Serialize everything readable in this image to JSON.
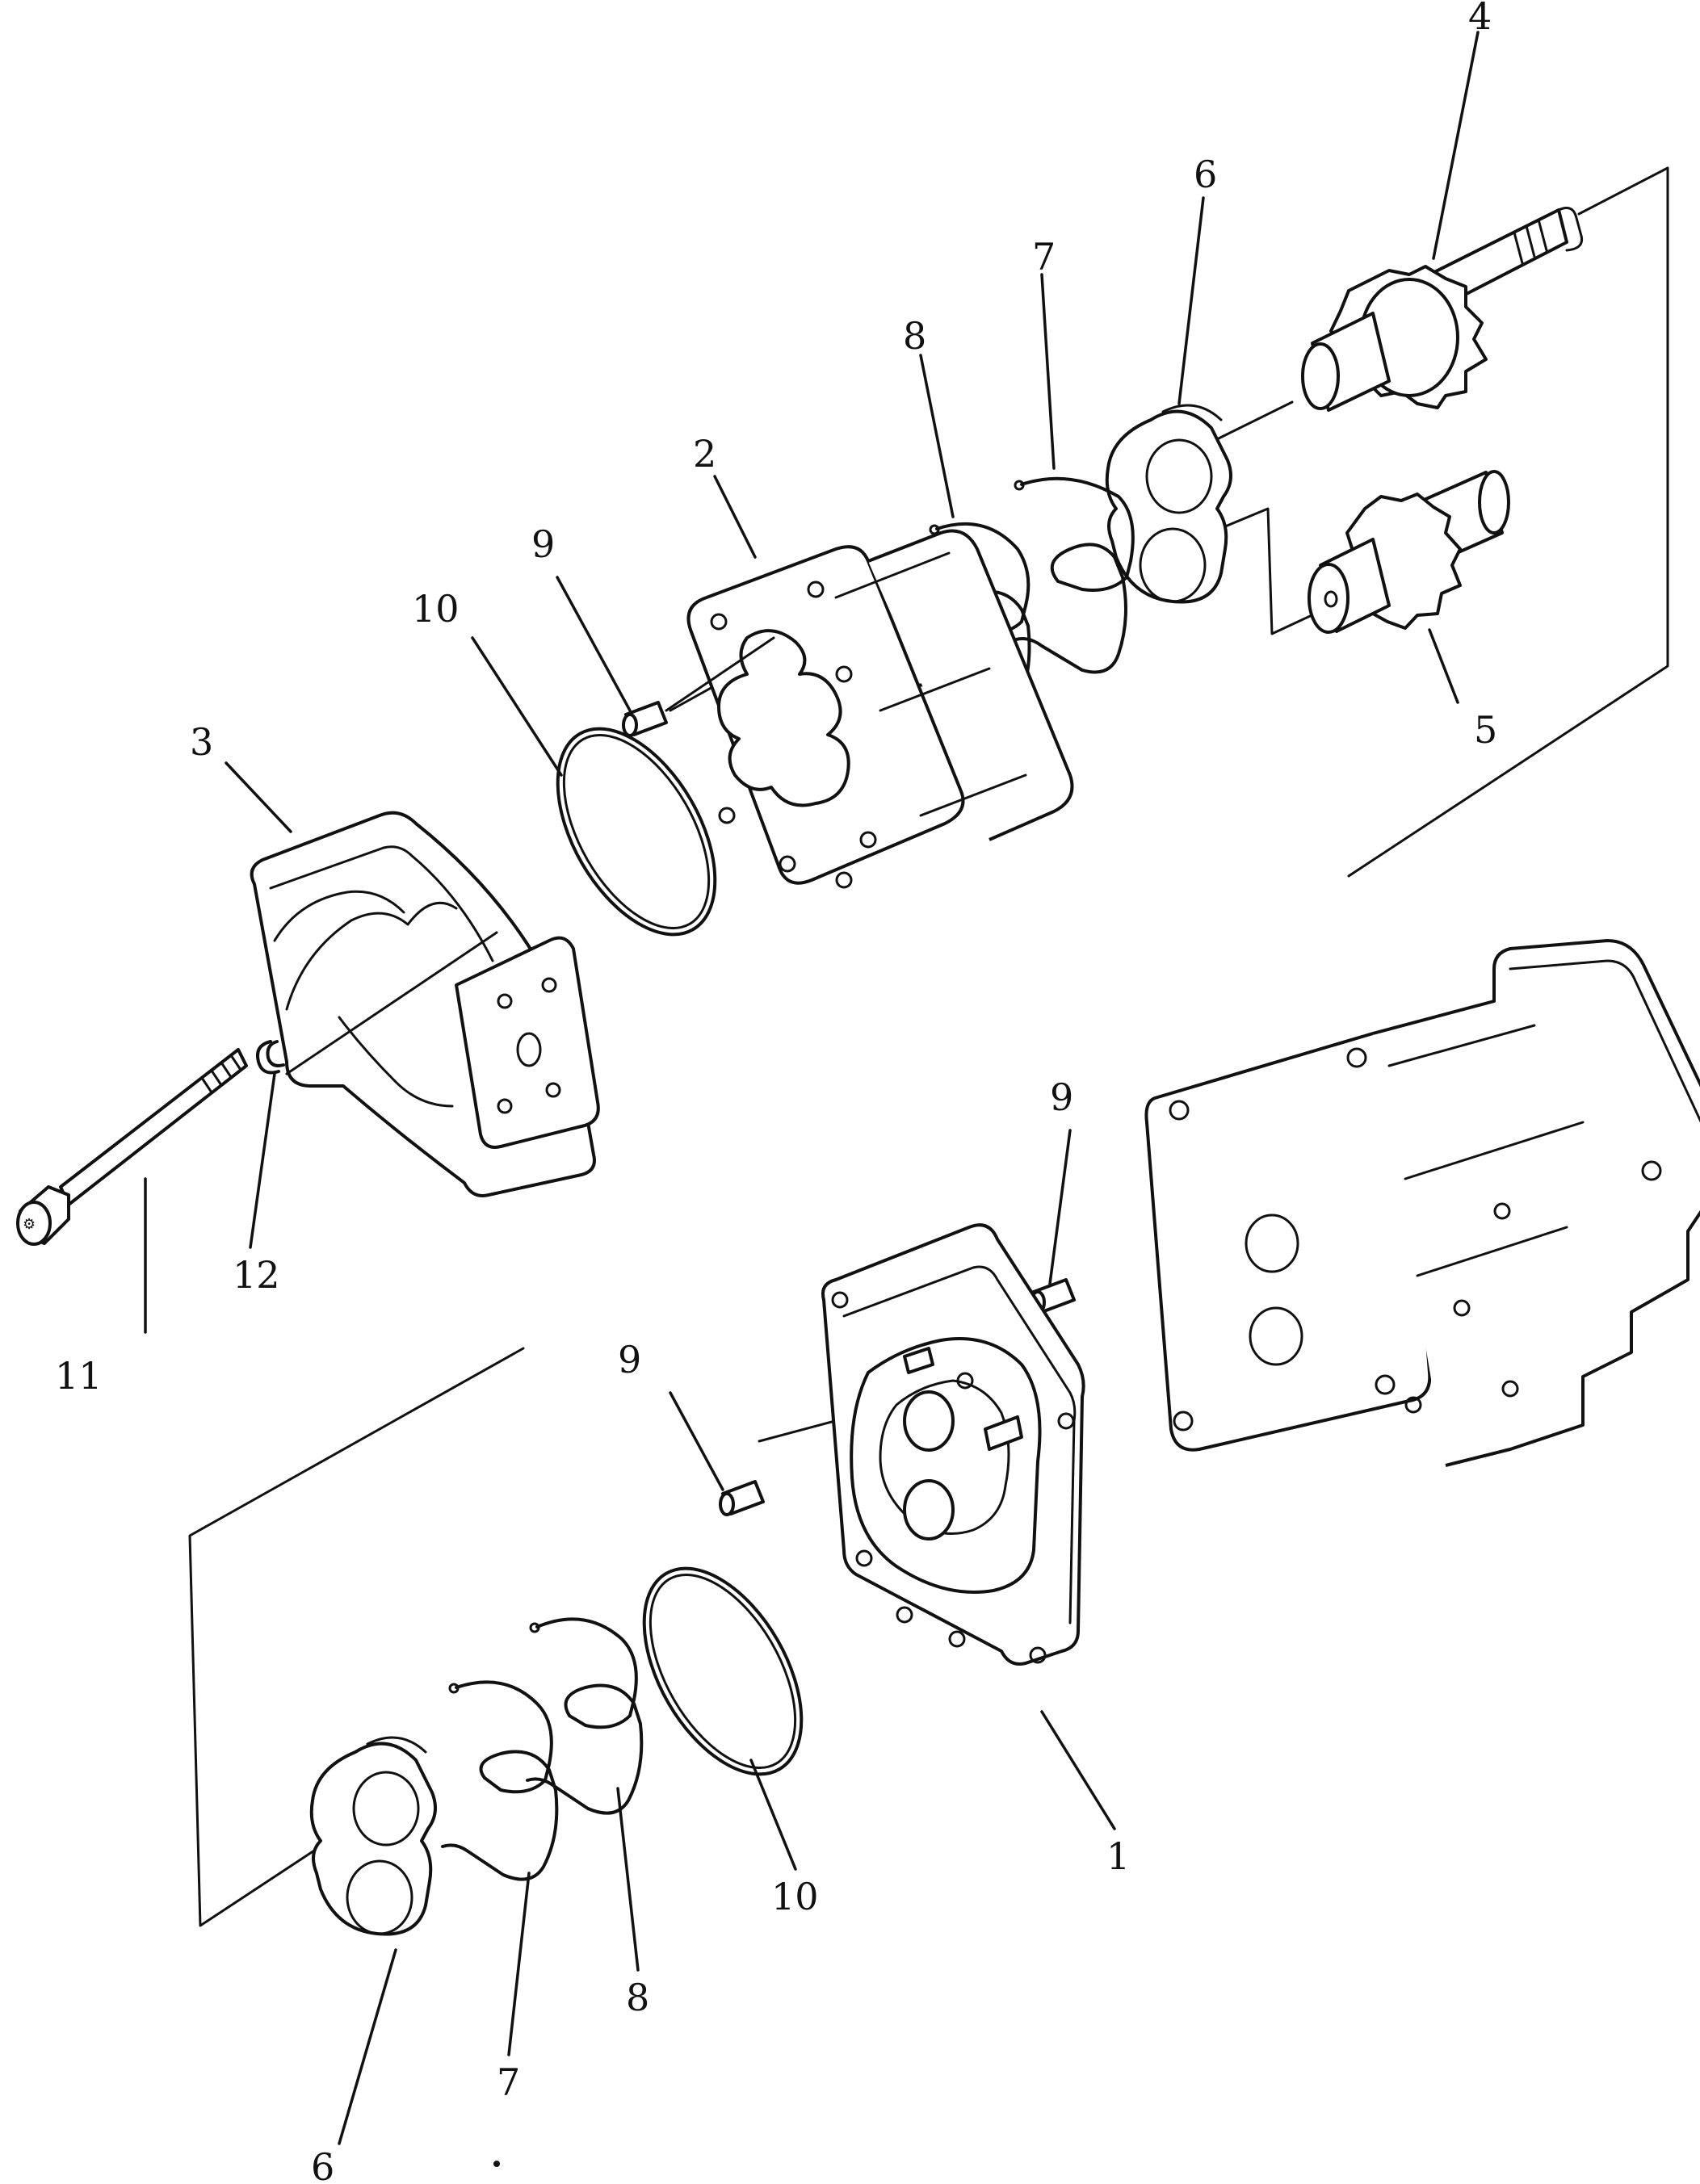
{
  "callouts": [
    {
      "id": "c1",
      "label": "1"
    },
    {
      "id": "c2",
      "label": "2"
    },
    {
      "id": "c3",
      "label": "3"
    },
    {
      "id": "c4",
      "label": "4"
    },
    {
      "id": "c5",
      "label": "5"
    },
    {
      "id": "c6a",
      "label": "6"
    },
    {
      "id": "c6b",
      "label": "6"
    },
    {
      "id": "c7a",
      "label": "7"
    },
    {
      "id": "c7b",
      "label": "7"
    },
    {
      "id": "c8a",
      "label": "8"
    },
    {
      "id": "c8b",
      "label": "8"
    },
    {
      "id": "c9a",
      "label": "9"
    },
    {
      "id": "c9b",
      "label": "9"
    },
    {
      "id": "c9c",
      "label": "9"
    },
    {
      "id": "c10a",
      "label": "10"
    },
    {
      "id": "c10b",
      "label": "10"
    },
    {
      "id": "c11",
      "label": "11"
    },
    {
      "id": "c12",
      "label": "12"
    }
  ],
  "colors": {
    "ink": "#111111",
    "paper": "#ffffff"
  }
}
